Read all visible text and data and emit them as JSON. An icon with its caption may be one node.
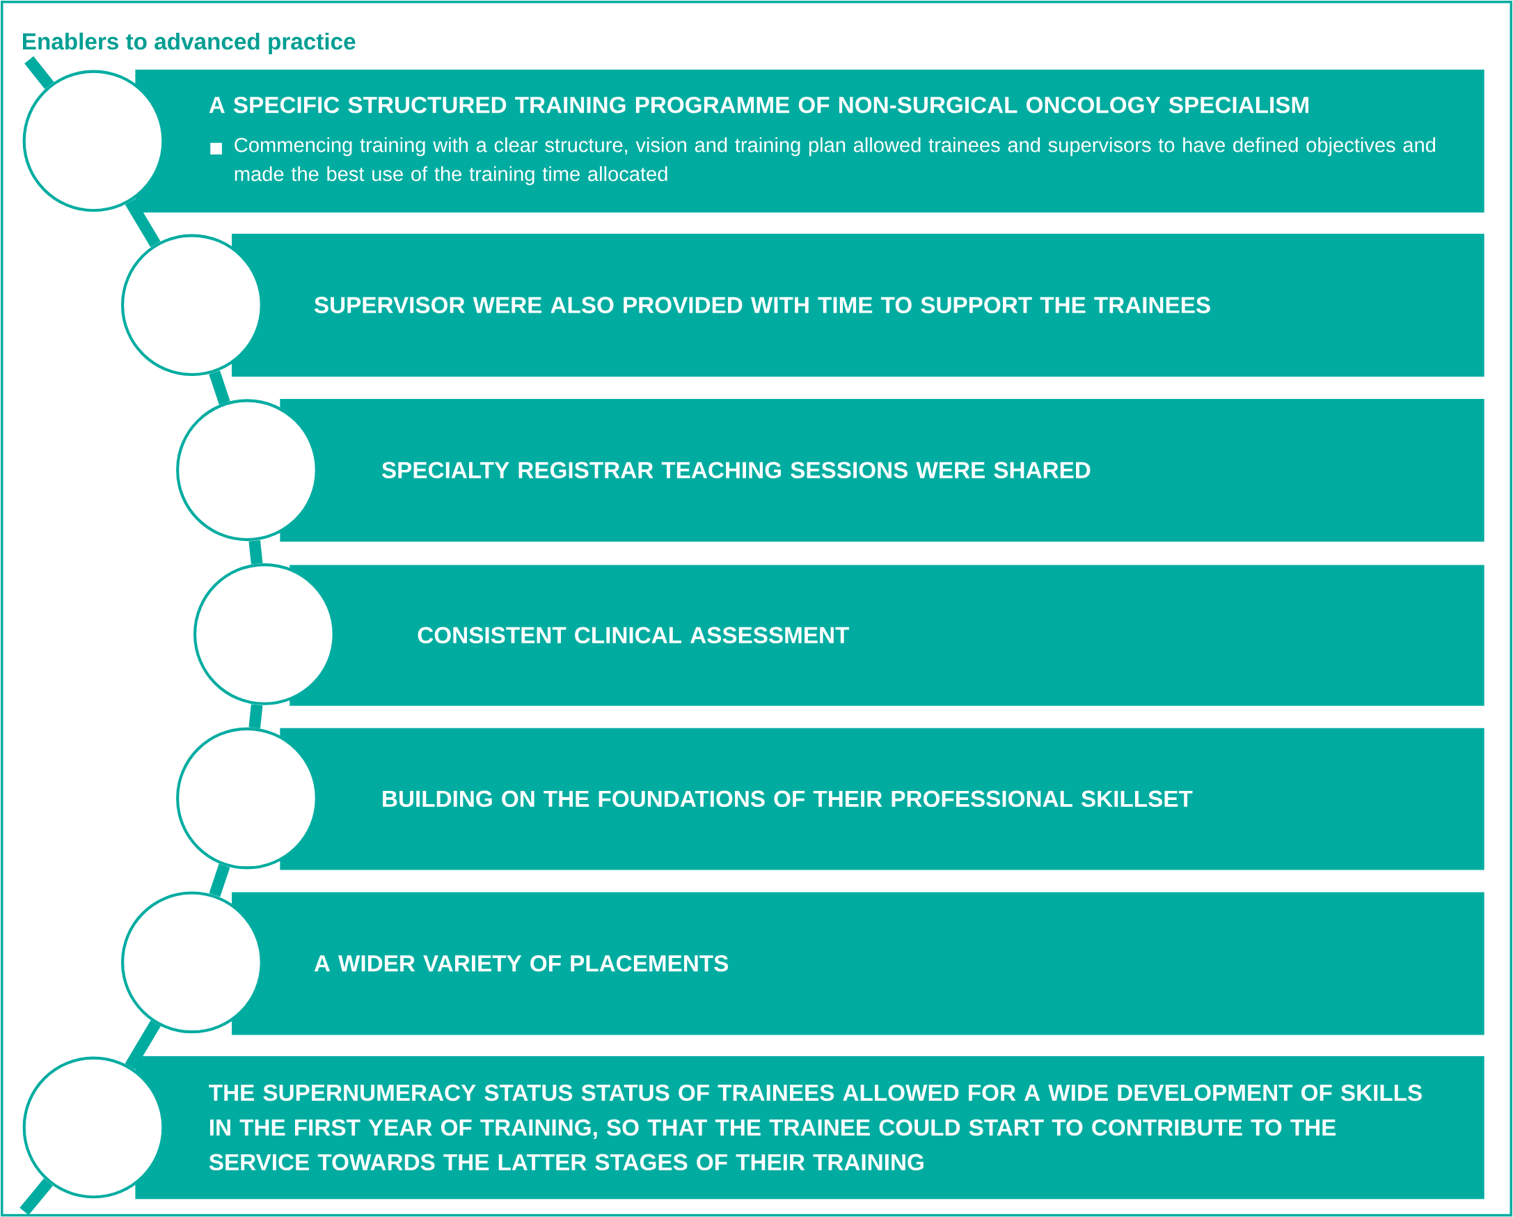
{
  "diagram": {
    "title": "Enablers to advanced practice",
    "nodes": [
      {
        "text": [
          "A SPECIFIC STRUCTURED TRAINING PROGRAMME OF NON-SURGICAL ONCOLOGY SPECIALISM",
          "Commencing training with a clear structure, vision and training plan allowed trainees and supervisors to have defined objectives and made the best use of the training time allocated"
        ]
      },
      {
        "text": [
          "SUPERVISOR WERE ALSO PROVIDED WITH TIME TO SUPPORT THE TRAINEES"
        ]
      },
      {
        "text": [
          "SPECIALTY REGISTRAR TEACHING SESSIONS WERE SHARED"
        ]
      },
      {
        "text": [
          "CONSISTENT CLINICAL ASSESSMENT"
        ]
      },
      {
        "text": [
          "BUILDING ON THE FOUNDATIONS OF THEIR PROFESSIONAL SKILLSET"
        ]
      },
      {
        "text": [
          "A WIDER VARIETY OF PLACEMENTS"
        ]
      },
      {
        "text": [
          "THE SUPERNUMERACY STATUS STATUS OF TRAINEES ALLOWED FOR A WIDE DEVELOPMENT OF SKILLS IN THE FIRST YEAR OF TRAINING, SO THAT THE TRAINEE COULD START TO CONTRIBUTE TO THE SERVICE TOWARDS THE LATTER STAGES OF THEIR TRAINING"
        ]
      },
      {
        "text": [],
        "shape": "circle"
      },
      {
        "text": [],
        "shape": "circle"
      },
      {
        "text": [],
        "shape": "circle"
      },
      {
        "text": [],
        "shape": "circle"
      },
      {
        "text": [],
        "shape": "circle"
      },
      {
        "text": [],
        "shape": "circle"
      },
      {
        "text": [],
        "shape": "circle"
      }
    ],
    "edges": [
      {
        "from": null,
        "to": 7,
        "arrow": "none"
      },
      {
        "from": 7,
        "to": 8,
        "arrow": "none"
      },
      {
        "from": 8,
        "to": 9,
        "arrow": "none"
      },
      {
        "from": 9,
        "to": 10,
        "arrow": "none"
      },
      {
        "from": 10,
        "to": 11,
        "arrow": "none"
      },
      {
        "from": 11,
        "to": 12,
        "arrow": "none"
      },
      {
        "from": 12,
        "to": 13,
        "arrow": "none"
      },
      {
        "from": 13,
        "to": null,
        "arrow": "none"
      }
    ]
  }
}
